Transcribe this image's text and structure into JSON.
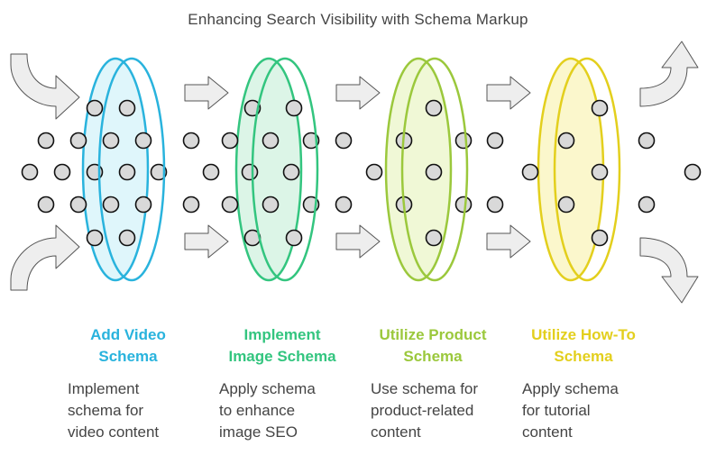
{
  "title": "Enhancing Search Visibility with Schema Markup",
  "colors": {
    "arrow_fill": "#eeeeee",
    "arrow_stroke": "#555555",
    "dot_fill": "#d9d9d9",
    "dot_stroke": "#111111"
  },
  "steps": [
    {
      "title_lines": [
        "Add Video",
        "Schema"
      ],
      "desc_lines": [
        "Implement",
        "schema for",
        "video content"
      ],
      "color": "#29b3dd",
      "fill": "#dff6fb"
    },
    {
      "title_lines": [
        "Implement",
        "Image Schema"
      ],
      "desc_lines": [
        "Apply schema",
        "to enhance",
        "image SEO"
      ],
      "color": "#33c57f",
      "fill": "#dcf5e7"
    },
    {
      "title_lines": [
        "Utilize Product",
        "Schema"
      ],
      "desc_lines": [
        "Use schema for",
        "product-related",
        "content"
      ],
      "color": "#9bc83c",
      "fill": "#f0f8d6"
    },
    {
      "title_lines": [
        "Utilize How-To",
        "Schema"
      ],
      "desc_lines": [
        "Apply schema",
        "for tutorial",
        "content"
      ],
      "color": "#e3cf1d",
      "fill": "#fbf7cc"
    }
  ]
}
